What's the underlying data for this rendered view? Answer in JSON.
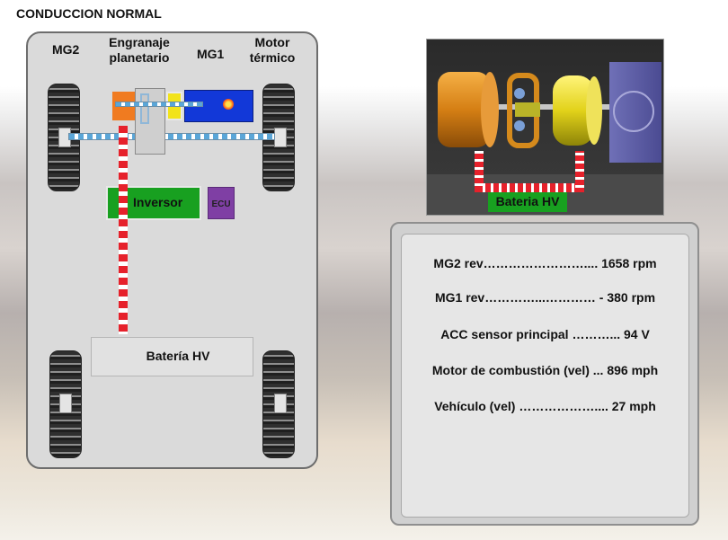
{
  "header": {
    "title": "CONDUCCION NORMAL"
  },
  "diagram": {
    "labels": {
      "mg2": "MG2",
      "planetary": "Engranaje\nplanetario",
      "mg1": "MG1",
      "engine": "Motor\ntérmico",
      "inverter": "Inversor",
      "ecu": "ECU",
      "battery": "Batería HV"
    },
    "colors": {
      "inverter": "#18a020",
      "ecu": "#7f3fa4",
      "engine": "#1238d8",
      "mg2": "#f07b20",
      "mg1": "#f2e31a",
      "flow": "#e6212b"
    }
  },
  "photo": {
    "battery_label": "Bateria HV"
  },
  "readouts": [
    "MG2 rev…………………….... 1658 rpm",
    "MG1 rev…………...………… - 380 rpm",
    "ACC sensor principal ………... 94 V",
    "Motor de combustión (vel) ... 896 mph",
    "Vehículo (vel) ……………….... 27 mph"
  ]
}
